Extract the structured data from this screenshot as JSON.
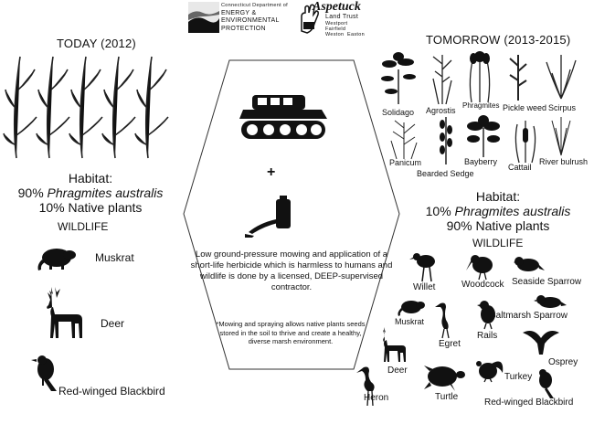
{
  "logos": {
    "deep_lines": [
      "Connecticut Department of",
      "ENERGY &",
      "ENVIRONMENTAL",
      "PROTECTION"
    ],
    "aspetuck_title": "Aspetuck",
    "aspetuck_sub": "Land Trust",
    "aspetuck_towns": [
      "Westport",
      "Fairfield",
      "Weston",
      "Easton"
    ]
  },
  "today": {
    "heading": "TODAY (2012)",
    "habitat_label": "Habitat:",
    "habitat_pct_phrag": "90%",
    "phrag_name": "Phragmites australis",
    "habitat_native": "10% Native plants",
    "wildlife_heading": "WILDLIFE",
    "wildlife": [
      "Muskrat",
      "Deer",
      "Red-winged Blackbird"
    ]
  },
  "center": {
    "plus": "+",
    "description": "Low ground-pressure mowing and application of a short-life herbicide which is harmless to humans and wildlife is done by a licensed, DEEP-supervised contractor.",
    "note": "*Mowing and spraying allows native plants seeds stored in the soil to thrive and create a healthy, diverse marsh environment."
  },
  "tomorrow": {
    "heading": "TOMORROW (2013-2015)",
    "plants": [
      "Solidago",
      "Agrostis",
      "Phragmites",
      "Pickle weed",
      "Scirpus",
      "Panicum",
      "Bearded Sedge",
      "Bayberry",
      "Cattail",
      "River bulrush"
    ],
    "habitat_label": "Habitat:",
    "habitat_pct_phrag": "10%",
    "phrag_name": "Phragmites australis",
    "habitat_native": "90% Native plants",
    "wildlife_heading": "WILDLIFE",
    "wildlife": [
      "Willet",
      "Woodcock",
      "Seaside Sparrow",
      "Muskrat",
      "Saltmarsh Sparrow",
      "Egret",
      "Rails",
      "Deer",
      "Osprey",
      "Turkey",
      "Heron",
      "Turtle",
      "Red-winged Blackbird"
    ]
  }
}
